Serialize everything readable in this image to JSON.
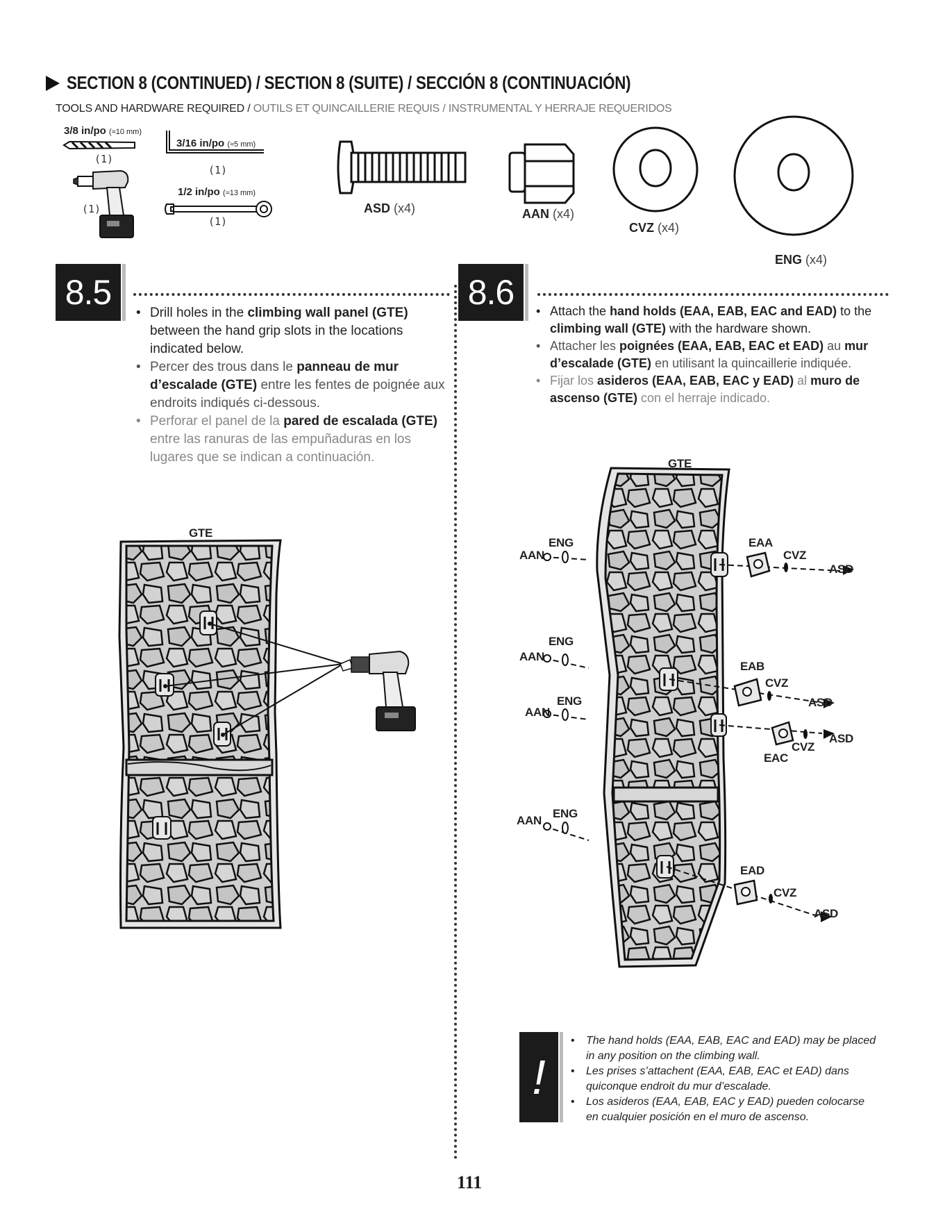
{
  "header": {
    "title": "SECTION 8 (CONTINUED) / SECTION 8 (SUITE) / SECCIÓN 8 (CONTINUACIÓN)",
    "subtitle_en": "TOOLS AND HARDWARE REQUIRED /",
    "subtitle_fr": " OUTILS ET QUINCAILLERIE REQUIS /",
    "subtitle_es": " INSTRUMENTAL Y HERRAJE REQUERIDOS"
  },
  "tools": {
    "drill_bit": {
      "size": "3/8 in/po",
      "metric": "(≈10 mm)",
      "qty": "(1)"
    },
    "hex_key": {
      "size": "3/16 in/po",
      "metric": "(≈5 mm)",
      "qty": "(1)"
    },
    "drill": {
      "qty": "(1)"
    },
    "wrench": {
      "size": "1/2 in/po",
      "metric": "(≈13 mm)",
      "qty": "(1)"
    }
  },
  "hardware": [
    {
      "code": "ASD",
      "qty": "(x4)"
    },
    {
      "code": "AAN",
      "qty": "(x4)"
    },
    {
      "code": "CVZ",
      "qty": "(x4)"
    },
    {
      "code": "ENG",
      "qty": "(x4)"
    }
  ],
  "step_85": {
    "badge": "8.5",
    "en_pre": "Drill holes in the ",
    "en_bold": "climbing wall panel (GTE)",
    "en_post": " between the hand grip slots in the locations indicated below.",
    "fr_pre": "Percer des trous dans le ",
    "fr_bold": "panneau de mur d’escalade (GTE)",
    "fr_post": " entre les fentes de poignée aux endroits indiqués ci-dessous.",
    "es_pre": "Perforar el panel de la ",
    "es_bold": "pared de escalada (GTE)",
    "es_post": " entre las ranuras de las empuñaduras en los lugares que se indican a continuación.",
    "diagram_label": "GTE"
  },
  "step_86": {
    "badge": "8.6",
    "en_pre": "Attach the ",
    "en_bold": "hand holds (EAA, EAB, EAC and EAD)",
    "en_mid": " to the ",
    "en_bold2": "climbing wall (GTE)",
    "en_post": " with the hardware shown.",
    "fr_pre": "Attacher les ",
    "fr_bold": "poignées (EAA, EAB, EAC et EAD)",
    "fr_mid": " au ",
    "fr_bold2": "mur d’escalade (GTE)",
    "fr_post": " en utilisant la quincaillerie indiquée.",
    "es_pre": "Fijar los ",
    "es_bold": "asideros (EAA, EAB, EAC y EAD)",
    "es_mid": " al ",
    "es_bold2": "muro de ascenso (GTE)",
    "es_post": " con el herraje indicado.",
    "diagram_labels": {
      "panel": "GTE",
      "aan": "AAN",
      "eng": "ENG",
      "cvz": "CVZ",
      "asd": "ASD",
      "eaa": "EAA",
      "eab": "EAB",
      "eac": "EAC",
      "ead": "EAD"
    }
  },
  "note": {
    "mark": "!",
    "items": [
      "The hand holds (EAA, EAB, EAC and EAD) may be placed in any position on the climbing wall.",
      "Les prises s’attachent (EAA, EAB, EAC et EAD) dans quiconque endroit du mur d’escalade.",
      "Los asideros (EAA, EAB, EAC y EAD) pueden colocarse en cualquier posición en el muro de ascenso."
    ]
  },
  "page_number": "111"
}
